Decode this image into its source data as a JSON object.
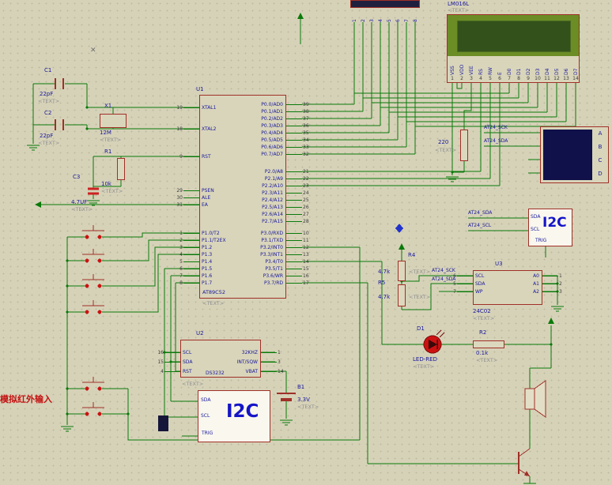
{
  "notes": {
    "infrared": "模拟红外输入",
    "cross": "✕"
  },
  "top_connector": {
    "pins": [
      "1",
      "2",
      "3",
      "4",
      "5",
      "6",
      "7",
      "8"
    ]
  },
  "lcd": {
    "ref": "LM016L",
    "text": "<TEXT>",
    "pins": [
      {
        "name": "VSS",
        "num": "1"
      },
      {
        "name": "VDD",
        "num": "2"
      },
      {
        "name": "VEE",
        "num": "3"
      },
      {
        "name": "RS",
        "num": "4"
      },
      {
        "name": "RW",
        "num": "5"
      },
      {
        "name": "E",
        "num": "6"
      },
      {
        "name": "D0",
        "num": "7"
      },
      {
        "name": "D1",
        "num": "8"
      },
      {
        "name": "D2",
        "num": "9"
      },
      {
        "name": "D3",
        "num": "10"
      },
      {
        "name": "D4",
        "num": "11"
      },
      {
        "name": "D5",
        "num": "12"
      },
      {
        "name": "D6",
        "num": "13"
      },
      {
        "name": "D7",
        "num": "14"
      }
    ]
  },
  "mcu": {
    "ref": "U1",
    "part": "AT89C52",
    "text": "<TEXT>",
    "xtal": [
      {
        "num": "19",
        "name": "XTAL1"
      },
      {
        "num": "18",
        "name": "XTAL2"
      }
    ],
    "rst": [
      {
        "num": "9",
        "name": "RST"
      }
    ],
    "ctrl": [
      {
        "num": "29",
        "name": "PSEN"
      },
      {
        "num": "30",
        "name": "ALE"
      },
      {
        "num": "31",
        "name": "EA"
      }
    ],
    "p1": [
      {
        "num": "1",
        "name": "P1.0/T2"
      },
      {
        "num": "2",
        "name": "P1.1/T2EX"
      },
      {
        "num": "3",
        "name": "P1.2"
      },
      {
        "num": "4",
        "name": "P1.3"
      },
      {
        "num": "5",
        "name": "P1.4"
      },
      {
        "num": "6",
        "name": "P1.5"
      },
      {
        "num": "7",
        "name": "P1.6"
      },
      {
        "num": "8",
        "name": "P1.7"
      }
    ],
    "p0": [
      {
        "num": "39",
        "name": "P0.0/AD0"
      },
      {
        "num": "38",
        "name": "P0.1/AD1"
      },
      {
        "num": "37",
        "name": "P0.2/AD2"
      },
      {
        "num": "36",
        "name": "P0.3/AD3"
      },
      {
        "num": "35",
        "name": "P0.4/AD4"
      },
      {
        "num": "34",
        "name": "P0.5/AD5"
      },
      {
        "num": "33",
        "name": "P0.6/AD6"
      },
      {
        "num": "32",
        "name": "P0.7/AD7"
      }
    ],
    "p2": [
      {
        "num": "21",
        "name": "P2.0/A8"
      },
      {
        "num": "22",
        "name": "P2.1/A9"
      },
      {
        "num": "23",
        "name": "P2.2/A10"
      },
      {
        "num": "24",
        "name": "P2.3/A11"
      },
      {
        "num": "25",
        "name": "P2.4/A12"
      },
      {
        "num": "26",
        "name": "P2.5/A13"
      },
      {
        "num": "27",
        "name": "P2.6/A14"
      },
      {
        "num": "28",
        "name": "P2.7/A15"
      }
    ],
    "p3": [
      {
        "num": "10",
        "name": "P3.0/RXD"
      },
      {
        "num": "11",
        "name": "P3.1/TXD"
      },
      {
        "num": "12",
        "name": "P3.2/INT0"
      },
      {
        "num": "13",
        "name": "P3.3/INT1"
      },
      {
        "num": "14",
        "name": "P3.4/T0"
      },
      {
        "num": "15",
        "name": "P3.5/T1"
      },
      {
        "num": "16",
        "name": "P3.6/WR"
      },
      {
        "num": "17",
        "name": "P3.7/RD"
      }
    ]
  },
  "c1": {
    "ref": "C1",
    "value": "22pF",
    "text": "<TEXT>"
  },
  "c2": {
    "ref": "C2",
    "value": "22pF",
    "text": "<TEXT>"
  },
  "c3": {
    "ref": "C3",
    "value": "4.7UF",
    "text": "<TEXT>"
  },
  "x1": {
    "ref": "X1",
    "value": "12M",
    "text": "<TEXT>"
  },
  "r1": {
    "ref": "R1",
    "value": "10k",
    "text": "<TEXT>"
  },
  "r2": {
    "ref": "R2",
    "value": "0.1k",
    "text": "<TEXT>"
  },
  "r3": {
    "value": "220",
    "text": "<TEXT>"
  },
  "r4": {
    "ref": "R4",
    "value": "4.7k",
    "text": "<TEXT>"
  },
  "r5": {
    "ref": "R5",
    "value": "4.7k",
    "text": "<TEXT>"
  },
  "d1": {
    "ref": "D1",
    "part": "LED-RED",
    "text": "<TEXT>"
  },
  "b1": {
    "ref": "B1",
    "value": "3.3V",
    "text": "<TEXT>"
  },
  "u2": {
    "ref": "U2",
    "part": "DS3232",
    "text": "<TEXT>",
    "left": [
      {
        "num": "16",
        "name": "SCL"
      },
      {
        "num": "15",
        "name": "SDA"
      },
      {
        "num": "4",
        "name": "RST"
      }
    ],
    "right": [
      {
        "num": "1",
        "name": "32KHZ"
      },
      {
        "num": "3",
        "name": "INT/SQW"
      },
      {
        "num": "14",
        "name": "VBAT"
      }
    ]
  },
  "u3": {
    "ref": "U3",
    "part": "24C02",
    "text": "<TEXT>",
    "left": [
      {
        "num": "6",
        "name": "SCL"
      },
      {
        "num": "5",
        "name": "SDA"
      },
      {
        "num": "7",
        "name": "WP"
      }
    ],
    "right": [
      {
        "num": "1",
        "name": "A0"
      },
      {
        "num": "2",
        "name": "A1"
      },
      {
        "num": "3",
        "name": "A2"
      }
    ]
  },
  "i2c_right": {
    "title": "I2C",
    "sda": "SDA",
    "scl": "SCL",
    "trig": "TRIG"
  },
  "i2c_bottom": {
    "title": "I2C",
    "sda": "SDA",
    "scl": "SCL",
    "trig": "TRIG"
  },
  "oscilloscope": {
    "channels": [
      "A",
      "B",
      "C",
      "D"
    ]
  },
  "nets": {
    "osc_sck": "AT24_SCK",
    "osc_sda": "AT24_SDA",
    "i2c_sda": "AT24_SDA",
    "i2c_scl": "AT24_SCL",
    "u3_sck": "AT24_SCK",
    "u3_sda": "AT24_SDA"
  }
}
